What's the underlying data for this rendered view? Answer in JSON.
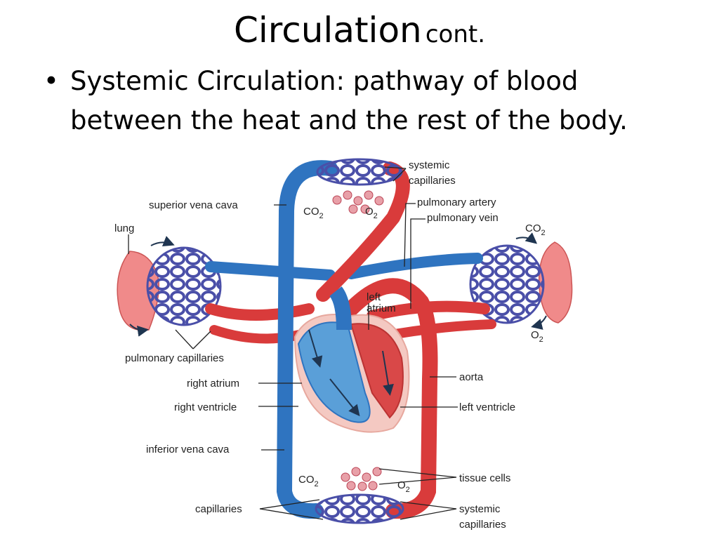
{
  "slide": {
    "title": "Circulation",
    "title_suffix": "cont.",
    "bullet_symbol": "•",
    "bullet_text": "Systemic Circulation:  pathway of blood between the heat and the rest of the body."
  },
  "diagram": {
    "labels": {
      "systemic_capillaries_top": [
        "systemic",
        "capillaries"
      ],
      "superior_vena_cava": "superior vena cava",
      "pulmonary_artery": "pulmonary artery",
      "pulmonary_vein": "pulmonary vein",
      "lung": "lung",
      "left_atrium": [
        "left",
        "atrium"
      ],
      "pulmonary_capillaries": "pulmonary capillaries",
      "right_atrium": "right atrium",
      "right_ventricle": "right ventricle",
      "aorta": "aorta",
      "left_ventricle": "left ventricle",
      "inferior_vena_cava": "inferior vena cava",
      "tissue_cells": "tissue cells",
      "capillaries": "capillaries",
      "systemic_capillaries_bottom": [
        "systemic",
        "capillaries"
      ]
    },
    "gases": {
      "co2": "CO",
      "o2": "O",
      "sub": "2"
    },
    "colors": {
      "oxygenated": "#d93b3b",
      "deoxygenated": "#2f74c0",
      "capillary": "#4a4fa8",
      "lung": "#f08a8a"
    }
  }
}
